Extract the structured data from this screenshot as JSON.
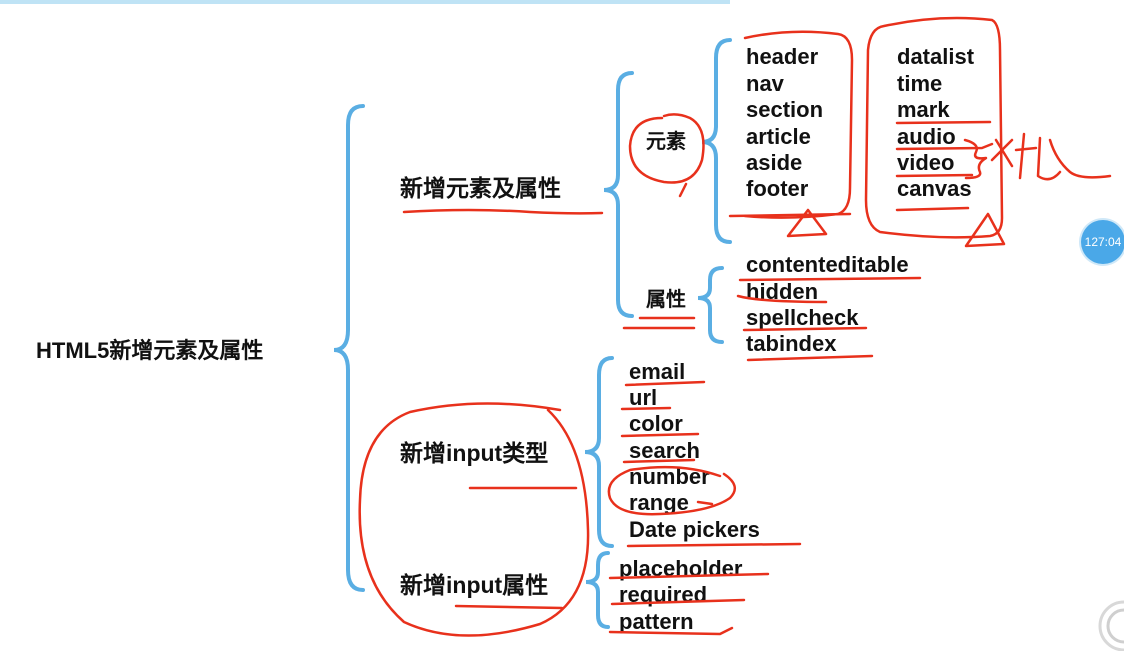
{
  "root": "HTML5新增元素及属性",
  "branches": {
    "elements_attrs": {
      "label": "新增元素及属性",
      "elements": {
        "label": "元素",
        "group1": [
          "header",
          "nav",
          "section",
          "article",
          "aside",
          "footer"
        ],
        "group2": [
          "datalist",
          "time",
          "mark",
          "audio",
          "video",
          "canvas"
        ]
      },
      "attributes": {
        "label": "属性",
        "items": [
          "contenteditable",
          "hidden",
          "spellcheck",
          "tabindex"
        ]
      }
    },
    "input_types": {
      "label": "新增input类型",
      "items": [
        "email",
        "url",
        "color",
        "search",
        "number",
        "range",
        "Date pickers"
      ]
    },
    "input_attrs": {
      "label": "新增input属性",
      "items": [
        "placeholder",
        "required",
        "pattern"
      ]
    }
  },
  "overlay": {
    "timer": "127:04"
  },
  "colors": {
    "bracket": "#5aaee3",
    "annotation": "#e8311c",
    "text": "#111111"
  }
}
